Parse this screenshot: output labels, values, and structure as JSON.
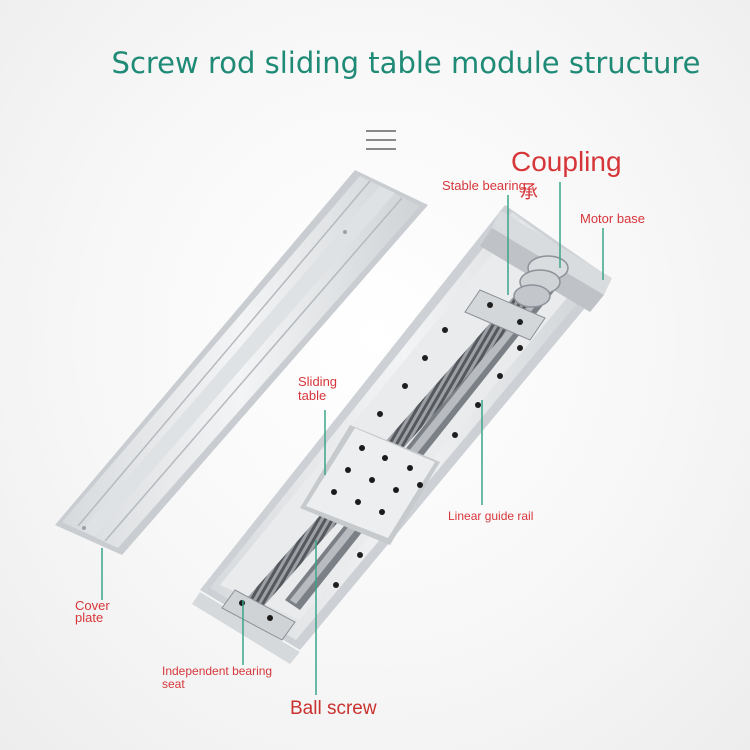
{
  "title": "Screw rod sliding table module structure",
  "labels": {
    "coupling": "Coupling",
    "stable_bearing": "Stable bearing",
    "cjk_glyph": "承",
    "motor_base": "Motor base",
    "sliding_table_line1": "Sliding",
    "sliding_table_line2": "table",
    "linear_guide_rail": "Linear guide rail",
    "cover_plate_line1": "Cover",
    "cover_plate_line2": "plate",
    "independent_bearing_line1": "Independent bearing",
    "independent_bearing_line2": "seat",
    "ball_screw": "Ball screw"
  },
  "colors": {
    "title": "#1f8a76",
    "label": "#d6363a",
    "leader_line": "#3aa58a",
    "aluminum": "#e6e8ea",
    "aluminum_shadow": "#c8ccd0",
    "steel": "#8c9096",
    "dark": "#2b2b2b"
  },
  "icons": {
    "menu": "hamburger-menu-icon"
  }
}
